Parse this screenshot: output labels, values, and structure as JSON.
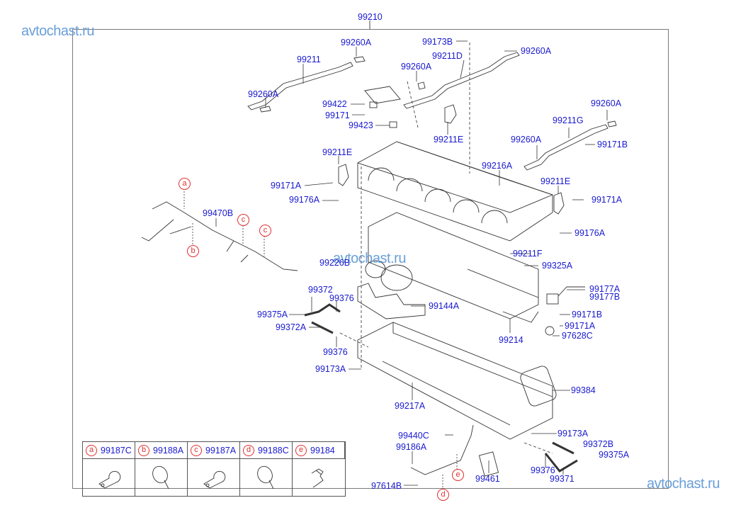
{
  "watermarks": [
    "avtochast.ru",
    "avtochast.ru",
    "avtochast.ru"
  ],
  "assembly_label": "99210",
  "part_labels": {
    "p99260A_1": "99260A",
    "p99211": "99211",
    "p99260A_2": "99260A",
    "p99173B": "99173B",
    "p99211D": "99211D",
    "p99260A_3": "99260A",
    "p99260A_4": "99260A",
    "p99422": "99422",
    "p99171": "99171",
    "p99423": "99423",
    "p99211E_1": "99211E",
    "p99260A_5": "99260A",
    "p99211G": "99211G",
    "p99260A_6": "99260A",
    "p99171B_1": "99171B",
    "p99211E_2": "99211E",
    "p99216A": "99216A",
    "p99171A_1": "99171A",
    "p99176A_1": "99176A",
    "p99211E_3": "99211E",
    "p99171A_2": "99171A",
    "p99470B": "99470B",
    "p99176A_2": "99176A",
    "p99226B": "99226B",
    "p99211F": "99211F",
    "p99325A": "99325A",
    "p99372": "99372",
    "p99376_1": "99376",
    "p99177A": "99177A",
    "p99177B": "99177B",
    "p99375A_1": "99375A",
    "p99144A": "99144A",
    "p99372A": "99372A",
    "p99171B_2": "99171B",
    "p99171A_3": "99171A",
    "p99214": "99214",
    "p97628C": "97628C",
    "p99376_2": "99376",
    "p99173A_1": "99173A",
    "p99384": "99384",
    "p99217A": "99217A",
    "p99440C": "99440C",
    "p99186A": "99186A",
    "p99173A_2": "99173A",
    "p99372B": "99372B",
    "p99375A_2": "99375A",
    "p99461": "99461",
    "p99376_3": "99376",
    "p99371": "99371",
    "p97614B": "97614B"
  },
  "callouts": {
    "a": "a",
    "b": "b",
    "c1": "c",
    "c2": "c",
    "d": "d",
    "e": "e"
  },
  "legend": [
    {
      "letter": "a",
      "part": "99187C",
      "icon": "p-clamp-icon"
    },
    {
      "letter": "b",
      "part": "99188A",
      "icon": "cable-tie-icon"
    },
    {
      "letter": "c",
      "part": "99187A",
      "icon": "p-clamp-icon"
    },
    {
      "letter": "d",
      "part": "99188C",
      "icon": "cable-tie-icon"
    },
    {
      "letter": "e",
      "part": "99184",
      "icon": "wire-clip-icon"
    }
  ],
  "colors": {
    "label": "#1a1ad0",
    "callout": "#e03030",
    "watermark": "#6a9fd8",
    "frame": "#7a7a7a"
  }
}
